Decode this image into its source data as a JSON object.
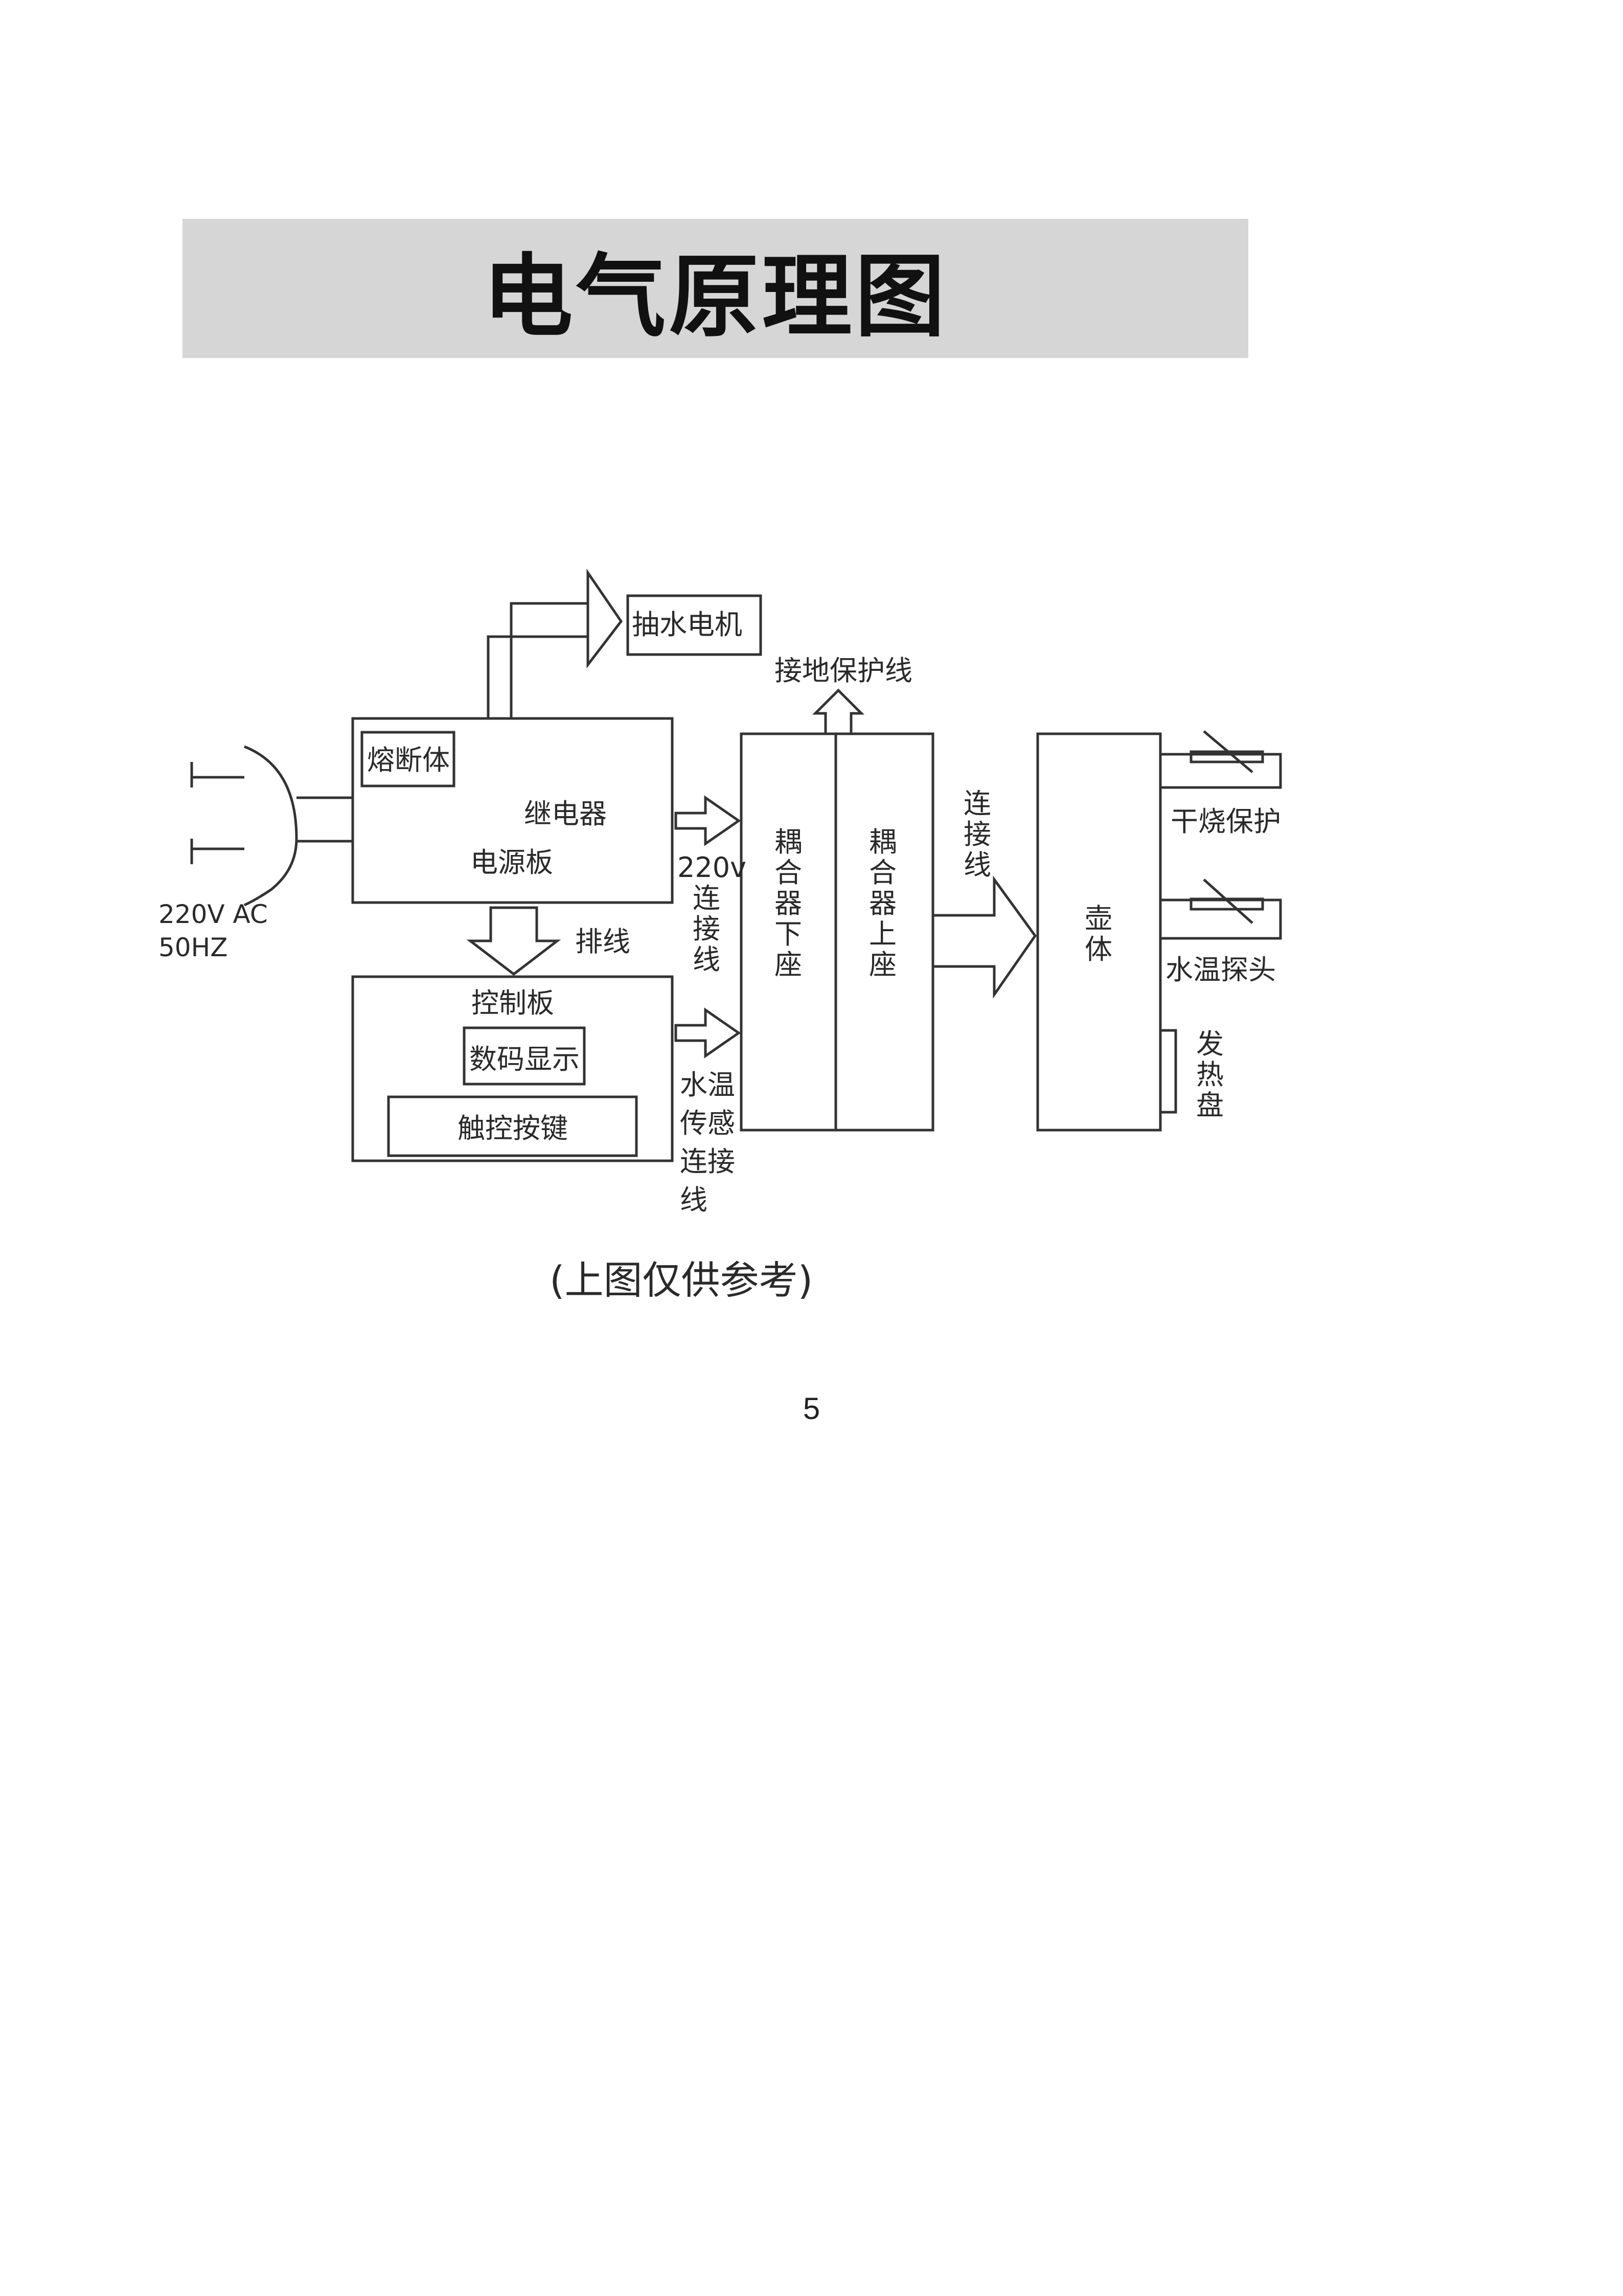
{
  "title": "电气原理图",
  "diagram": {
    "input_label_line1": "220V AC",
    "input_label_line2": "50HZ",
    "power_board": {
      "label": "电源板",
      "fuse": "熔断体",
      "relay": "继电器"
    },
    "pump_motor": "抽水电机",
    "ribbon_cable": "排线",
    "control_board": {
      "label": "控制板",
      "display": "数码显示",
      "touch_keys": "触控按键"
    },
    "conn_220v": [
      "220v",
      "连",
      "接",
      "线"
    ],
    "water_temp_sensor_wire": [
      "水温",
      "传感",
      "连接",
      "线"
    ],
    "ground_wire": "接地保护线",
    "coupler_lower": [
      "耦",
      "合",
      "器",
      "下",
      "座"
    ],
    "coupler_upper": [
      "耦",
      "合",
      "器",
      "上",
      "座"
    ],
    "connecting_wire": [
      "连",
      "接",
      "线"
    ],
    "kettle_body": [
      "壶",
      "体"
    ],
    "dry_burn_protection": "干烧保护",
    "water_temp_probe": "水温探头",
    "heating_plate": [
      "发",
      "热",
      "盘"
    ],
    "caption": "(上图仅供参考)"
  },
  "page_number": "5"
}
